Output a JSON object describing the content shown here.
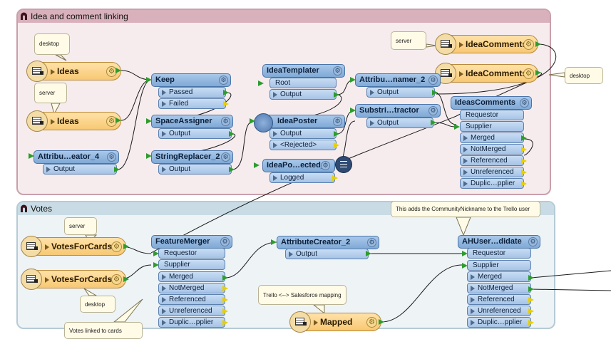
{
  "bookmarks": {
    "idea_linking": {
      "title": "Idea and comment linking"
    },
    "votes": {
      "title": "Votes"
    }
  },
  "readers": {
    "ideas_desktop": {
      "name": "Ideas"
    },
    "ideas_server": {
      "name": "Ideas"
    },
    "idea_comments_server": {
      "name": "IdeaComments"
    },
    "idea_comments_desktop": {
      "name": "IdeaComments"
    },
    "votes_server": {
      "name": "VotesForCards"
    },
    "votes_desktop": {
      "name": "VotesForCards"
    },
    "mapped": {
      "name": "Mapped"
    }
  },
  "transformers": {
    "keep": {
      "name": "Keep",
      "ports": [
        "Passed",
        "Failed"
      ]
    },
    "space_assigner": {
      "name": "SpaceAssigner",
      "ports": [
        "Output"
      ]
    },
    "string_replacer": {
      "name": "StringReplacer_2",
      "ports": [
        "Output"
      ]
    },
    "attr_creator_4": {
      "name": "Attribu…eator_4",
      "ports": [
        "Output"
      ]
    },
    "idea_templater": {
      "name": "IdeaTemplater",
      "ports": [
        "Root",
        "Output"
      ]
    },
    "idea_poster": {
      "name": "IdeaPoster",
      "ports": [
        "Output",
        "<Rejected>"
      ]
    },
    "idea_po_logger": {
      "name": "IdeaPo…ected_",
      "ports": [
        "Logged"
      ]
    },
    "attr_renamer_2": {
      "name": "Attribu…namer_2",
      "ports": [
        "Output"
      ]
    },
    "substring_extractor": {
      "name": "Substri…tractor",
      "ports": [
        "Output"
      ]
    },
    "ideas_comments_merger": {
      "name": "IdeasComments",
      "ports": [
        "Requestor",
        "Supplier",
        "Merged",
        "NotMerged",
        "Referenced",
        "Unreferenced",
        "Duplic…pplier"
      ]
    },
    "feature_merger": {
      "name": "FeatureMerger",
      "ports": [
        "Requestor",
        "Supplier",
        "Merged",
        "NotMerged",
        "Referenced",
        "Unreferenced",
        "Duplic…pplier"
      ]
    },
    "attr_creator_2": {
      "name": "AttributeCreator_2",
      "ports": [
        "Output"
      ]
    },
    "ahuser_merger": {
      "name": "AHUser…didate",
      "ports": [
        "Requestor",
        "Supplier",
        "Merged",
        "NotMerged",
        "Referenced",
        "Unreferenced",
        "Duplic…pplier"
      ]
    }
  },
  "notes": {
    "desktop_1": "desktop",
    "server_1": "server",
    "server_2": "server",
    "desktop_2": "desktop",
    "server_3": "server",
    "desktop_3": "desktop",
    "votes_linked": "Votes linked to cards",
    "trello_mapping": "Trello <--> Salesforce mapping",
    "community_nickname": "This adds the CommunityNickname to the Trello user"
  },
  "colors": {
    "transformer": "#8fb4e0",
    "reader": "#f7c873",
    "wire": "#1b1b1b",
    "bookmark_idea": "#f6ecee",
    "bookmark_votes": "#eef3f6",
    "output_port": "#2e9c2e",
    "unused_port": "#e8d000"
  },
  "icons": {
    "bookmark": "bookmark-arch-icon",
    "gear": "gear-icon",
    "reader": "table-reader-icon",
    "port_arrow": "triangle-right-icon",
    "logger": "logger-icon",
    "poster": "http-poster-icon"
  }
}
